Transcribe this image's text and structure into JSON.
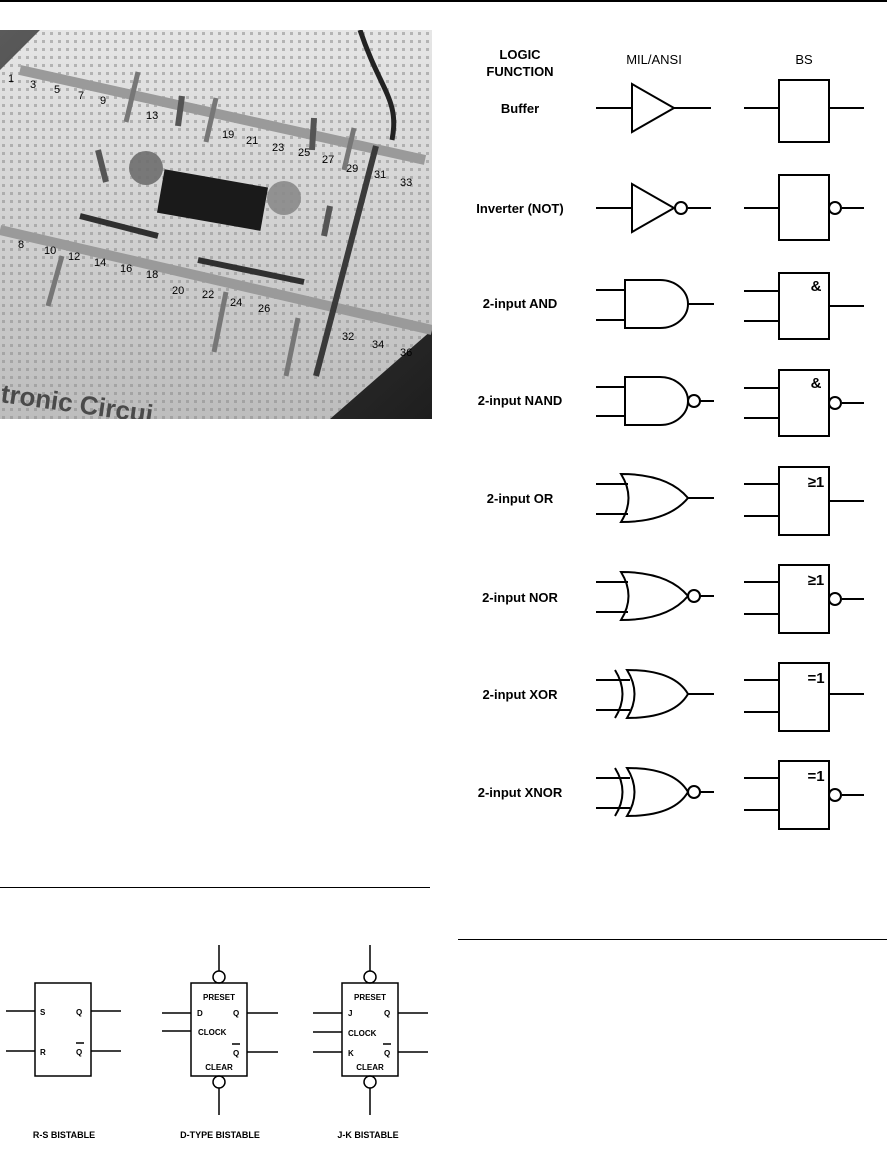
{
  "photo": {
    "breadboard_numbers": [
      "1",
      "3",
      "5",
      "7",
      "9",
      "13",
      "19",
      "21",
      "23",
      "25",
      "27",
      "29",
      "31",
      "33",
      "8",
      "10",
      "12",
      "14",
      "16",
      "18",
      "20",
      "22",
      "24",
      "26",
      "32",
      "34",
      "36"
    ],
    "printed_text": "tronic Circui"
  },
  "gates_table": {
    "headers": {
      "function": [
        "LOGIC",
        "FUNCTION"
      ],
      "mil": "MIL/ANSI",
      "bs": "BS"
    },
    "rows": [
      {
        "name": "Buffer",
        "bs_label": ""
      },
      {
        "name": "Inverter (NOT)",
        "bs_label": ""
      },
      {
        "name": "2-input AND",
        "bs_label": "&"
      },
      {
        "name": "2-input NAND",
        "bs_label": "&"
      },
      {
        "name": "2-input OR",
        "bs_label": "≥1"
      },
      {
        "name": "2-input NOR",
        "bs_label": "≥1"
      },
      {
        "name": "2-input XOR",
        "bs_label": "=1"
      },
      {
        "name": "2-input XNOR",
        "bs_label": "=1"
      }
    ]
  },
  "bistables": {
    "rs": {
      "caption": "R-S BISTABLE",
      "s": "S",
      "r": "R",
      "q": "Q",
      "qbar": "Q"
    },
    "d": {
      "caption": "D-TYPE BISTABLE",
      "preset": "PRESET",
      "d": "D",
      "clock": "CLOCK",
      "clear": "CLEAR",
      "q": "Q",
      "qbar": "Q"
    },
    "jk": {
      "caption": "J-K BISTABLE",
      "preset": "PRESET",
      "j": "J",
      "clock": "CLOCK",
      "k": "K",
      "clear": "CLEAR",
      "q": "Q",
      "qbar": "Q"
    }
  },
  "colors": {
    "ink": "#000000",
    "paper": "#ffffff",
    "photo_dark": "#2b2b2b",
    "board": "#d9d9d9"
  }
}
